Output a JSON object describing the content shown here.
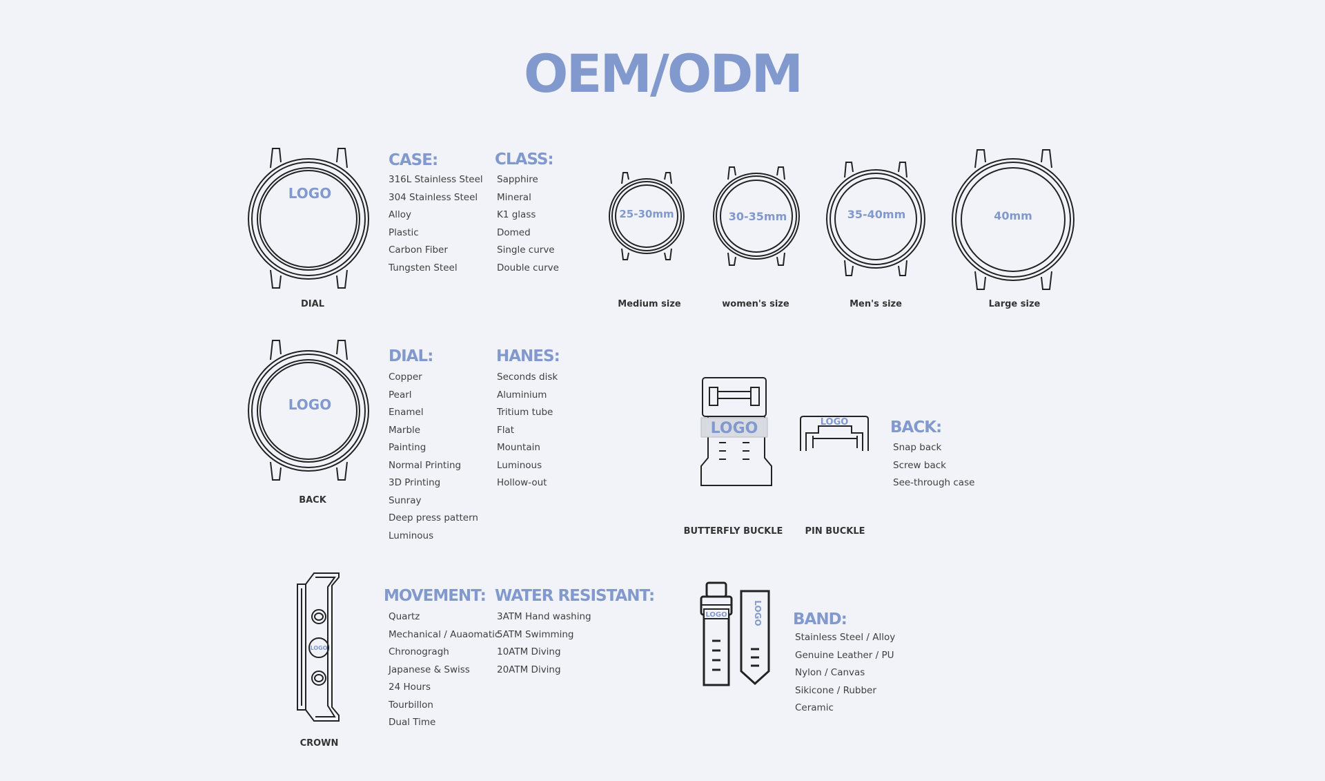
{
  "title": "OEM/ODM",
  "dial_logo": "LOGO",
  "back_logo": "LOGO",
  "case": {
    "heading": "CASE:",
    "items": [
      "316L Stainless Steel",
      "304 Stainless Steel",
      "Alloy",
      "Plastic",
      "Carbon Fiber",
      "Tungsten Steel"
    ]
  },
  "glass": {
    "heading": "CLASS:",
    "items": [
      "Sapphire",
      "Mineral",
      "K1 glass",
      "Domed",
      "Single curve",
      "Double curve"
    ]
  },
  "dial": {
    "heading": "DIAL:",
    "items": [
      "Copper",
      "Pearl",
      "Enamel",
      "Marble",
      "Painting",
      "Normal Printing",
      "3D Printing",
      "Sunray",
      "Deep press pattern",
      "Luminous"
    ]
  },
  "hands": {
    "heading": "HANES:",
    "items": [
      "Seconds disk",
      "Aluminium",
      "Tritium tube",
      "Flat",
      "Mountain",
      "Luminous",
      "Hollow-out"
    ]
  },
  "movement": {
    "heading": "MOVEMENT:",
    "items": [
      "Quartz",
      "Mechanical / Auaomatic",
      "Chronogragh",
      "Japanese & Swiss",
      "24 Hours",
      "Tourbillon",
      "Dual Time"
    ]
  },
  "water": {
    "heading": "WATER RESISTANT:",
    "items": [
      "3ATM Hand washing",
      "5ATM Swimming",
      "10ATM Diving",
      "20ATM Diving"
    ]
  },
  "back": {
    "heading": "BACK:",
    "items": [
      "Snap back",
      "Screw back",
      "See-through case"
    ]
  },
  "band": {
    "heading": "BAND:",
    "items": [
      "Stainless Steel / Alloy",
      "Genuine Leather / PU",
      "Nylon / Canvas",
      "Sikicone / Rubber",
      "Ceramic"
    ]
  },
  "captions": {
    "dial": "DIAL",
    "back": "BACK",
    "crown": "CROWN",
    "butterfly": "BUTTERFLY BUCKLE",
    "pin": "PIN BUCKLE"
  },
  "sizes": [
    {
      "size": "25-30mm",
      "label": "Medium size"
    },
    {
      "size": "30-35mm",
      "label": "women's size"
    },
    {
      "size": "35-40mm",
      "label": "Men's size"
    },
    {
      "size": "40mm",
      "label": "Large size"
    }
  ],
  "crown_logo": "LOGO",
  "butterfly_logo": "LOGO",
  "pin_logo": "LOGO",
  "band_logo_1": "LOGO",
  "band_logo_2": "LOGO",
  "colors": {
    "accent": "#8199cc",
    "background": "#f1f3f8",
    "line": "#222222"
  }
}
